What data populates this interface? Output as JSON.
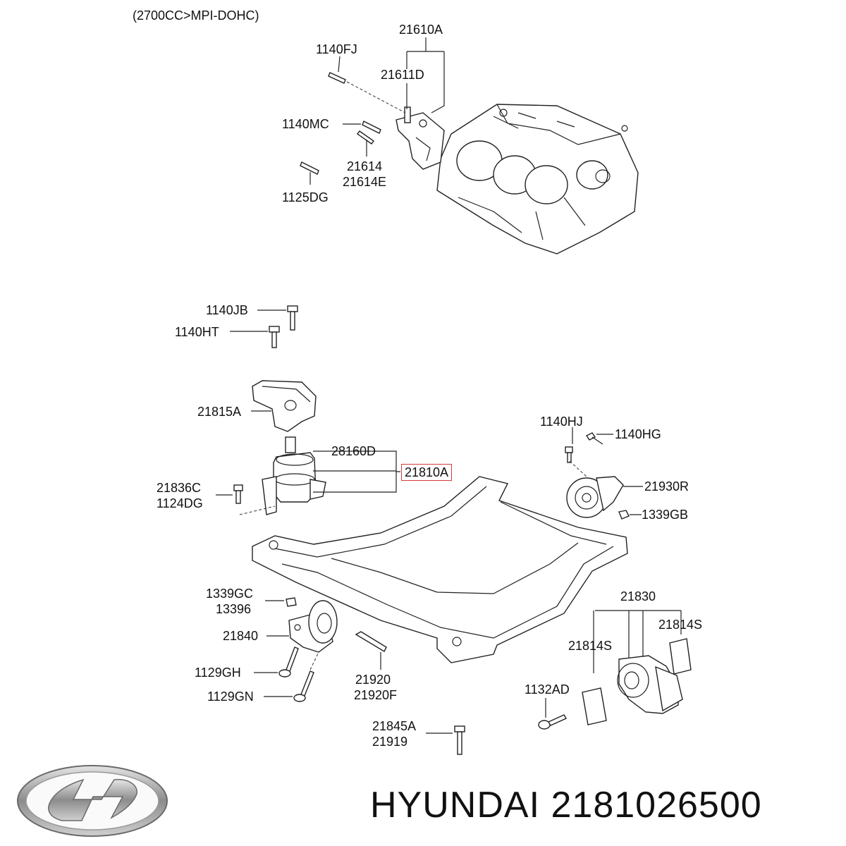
{
  "header": {
    "spec": "(2700CC>MPI-DOHC)"
  },
  "labels": {
    "l21610A": "21610A",
    "l1140FJ": "1140FJ",
    "l21611D": "21611D",
    "l1140MC": "1140MC",
    "l21614": "21614",
    "l21614E": "21614E",
    "l1125DG": "1125DG",
    "l1140JB": "1140JB",
    "l1140HT": "1140HT",
    "l21815A": "21815A",
    "l28160D": "28160D",
    "l21810A": "21810A",
    "l21836C": "21836C",
    "l1124DG": "1124DG",
    "l1140HJ": "1140HJ",
    "l1140HG": "1140HG",
    "l21930R": "21930R",
    "l1339GB": "1339GB",
    "l1339GC": "1339GC",
    "l13396": "13396",
    "l21840": "21840",
    "l1129GH": "1129GH",
    "l1129GN": "1129GN",
    "l21920": "21920",
    "l21920F": "21920F",
    "l21830": "21830",
    "l21814S_a": "21814S",
    "l21814S_b": "21814S",
    "l1132AD": "1132AD",
    "l21845A": "21845A",
    "l21919": "21919"
  },
  "highlight_part": "21810A",
  "highlight_color": "#d23b3b",
  "brand": {
    "text": "HYUNDAI 2181026500",
    "logo_icon": "hyundai-logo-icon"
  }
}
